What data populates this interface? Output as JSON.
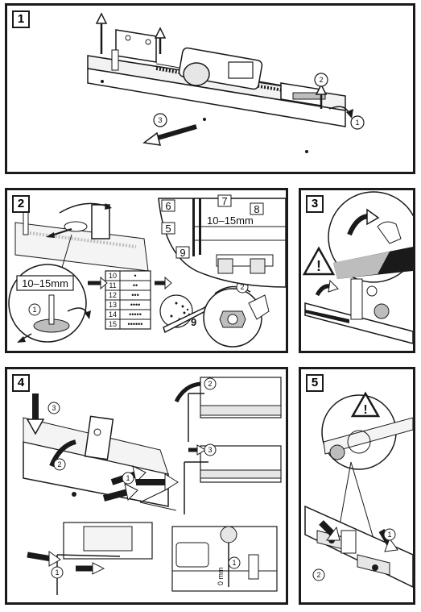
{
  "panels": {
    "p1": {
      "number": "1",
      "callouts": [
        "1",
        "2",
        "3"
      ]
    },
    "p2": {
      "number": "2",
      "gap_label": "10–15mm",
      "gap_label_detail": "10–15mm",
      "callouts": [
        "1",
        "2"
      ],
      "detail_numbers": [
        "6",
        "7",
        "5",
        "8",
        "9"
      ],
      "wrench_number": "9",
      "table": [
        {
          "size": "10",
          "dots": "•"
        },
        {
          "size": "11",
          "dots": "••"
        },
        {
          "size": "12",
          "dots": "•••"
        },
        {
          "size": "13",
          "dots": "••••"
        },
        {
          "size": "14",
          "dots": "•••••"
        },
        {
          "size": "15",
          "dots": "••••••"
        }
      ]
    },
    "p3": {
      "number": "3",
      "warning_symbol": "!"
    },
    "p4": {
      "number": "4",
      "callouts": [
        "3",
        "2",
        "1",
        "2",
        "3",
        "1",
        "1"
      ],
      "zero_label": "0 mm"
    },
    "p5": {
      "number": "5",
      "warning_symbol": "!",
      "callouts": [
        "1",
        "2"
      ]
    }
  },
  "colors": {
    "line": "#1a1a1a",
    "shade": "#bdbdbd",
    "light": "#e6e6e6"
  }
}
